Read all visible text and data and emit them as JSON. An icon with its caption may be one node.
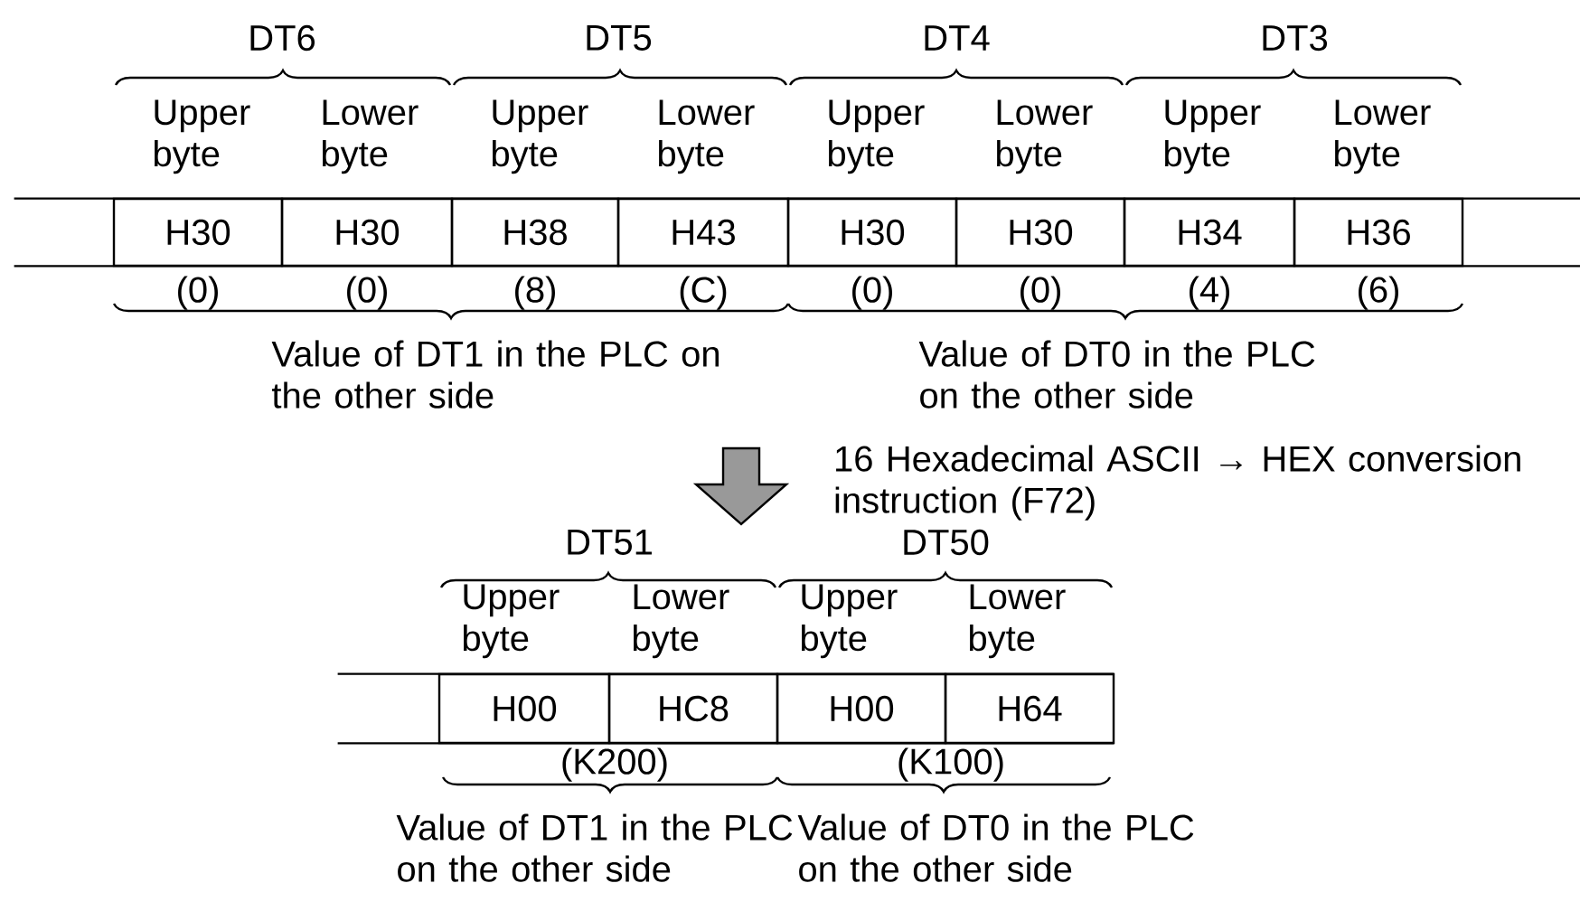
{
  "diagram": {
    "nodes": [
      {
        "text": [],
        "shape": "bar"
      },
      {
        "text": [
          "Upper byte",
          "H30"
        ],
        "in": 0,
        "beside": [
          "(0)"
        ]
      },
      {
        "text": [
          "Lower byte",
          "H30"
        ],
        "in": 0,
        "beside": [
          "(0)"
        ]
      },
      {
        "text": [
          "Upper byte",
          "H38"
        ],
        "in": 0,
        "beside": [
          "(8)"
        ]
      },
      {
        "text": [
          "Lower byte",
          "H43"
        ],
        "in": 0,
        "beside": [
          "(C)"
        ]
      },
      {
        "text": [
          "Upper byte",
          "H30"
        ],
        "in": 0,
        "beside": [
          "(0)"
        ]
      },
      {
        "text": [
          "Lower byte",
          "H30"
        ],
        "in": 0,
        "beside": [
          "(0)"
        ]
      },
      {
        "text": [
          "Upper byte",
          "H34"
        ],
        "in": 0,
        "beside": [
          "(4)"
        ]
      },
      {
        "text": [
          "Lower byte",
          "H36"
        ],
        "in": 0,
        "beside": [
          "(6)"
        ]
      },
      {
        "text": [],
        "shape": "arrow"
      },
      {
        "text": [],
        "shape": "bar"
      },
      {
        "text": [
          "Upper byte",
          "H00"
        ],
        "in": 10
      },
      {
        "text": [
          "Lower byte",
          "HC8"
        ],
        "in": 10
      },
      {
        "text": [
          "Upper byte",
          "H00"
        ],
        "in": 10
      },
      {
        "text": [
          "Lower byte",
          "H64"
        ],
        "in": 10
      }
    ],
    "labels": [
      "DT6",
      "DT5",
      "DT4",
      "DT3",
      "Value of DT1 in the PLC on the other side",
      "Value of DT0 in the PLC on the other side",
      "16 Hexadecimal ASCII → HEX conversion instruction (F72)",
      "DT51",
      "DT50",
      "(K200)",
      "(K100)",
      "Value of DT1 in the PLC on the other side",
      "Value of DT0 in the PLC on the other side"
    ]
  }
}
